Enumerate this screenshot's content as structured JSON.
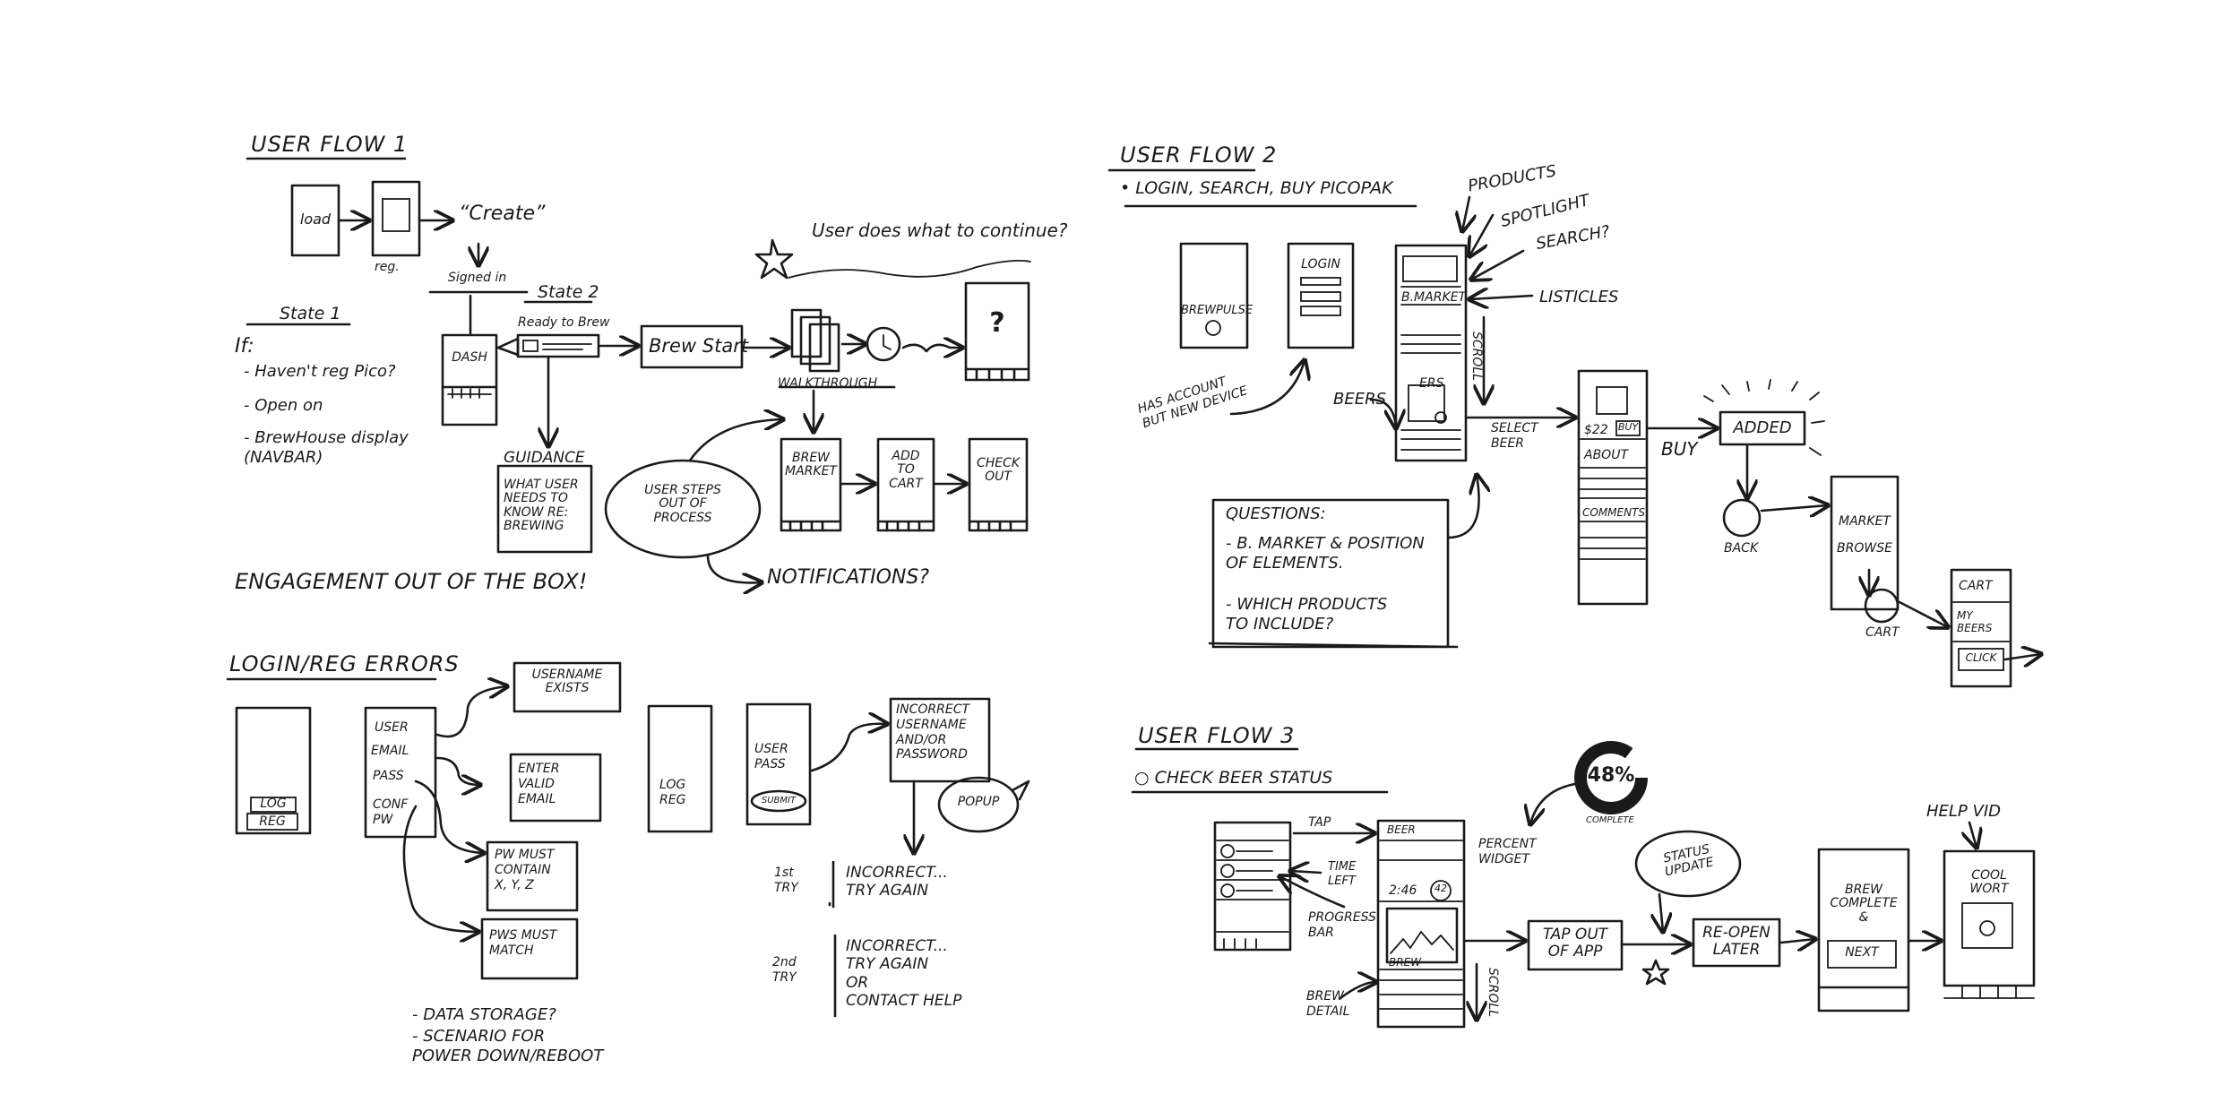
{
  "flow1": {
    "title": "USER FLOW 1",
    "load": "load",
    "reg": "reg.",
    "create": "“Create”",
    "signed_in": "Signed in",
    "state1": "State 1",
    "state2": "State 2",
    "ready": "Ready to Brew",
    "dash": "DASH",
    "brew_start": "Brew Start",
    "star_note": "User does what to continue?",
    "question_mark": "?",
    "walkthrough": "WALKTHROUGH",
    "if_label": "If:",
    "if_items": [
      "- Haven't reg Pico?",
      "- Open on",
      "- BrewHouse display\n  (NAVBAR)"
    ],
    "guidance": "GUIDANCE",
    "guidance_text": "WHAT USER\nNEEDS TO\nKNOW RE:\nBREWING",
    "user_steps": "USER STEPS\nOUT OF\nPROCESS",
    "brew_market": "BREW\nMARKET",
    "add_to_cart": "ADD\nTO\nCART",
    "check_out": "CHECK\nOUT",
    "notifications": "NOTIFICATIONS?",
    "engagement": "ENGAGEMENT OUT OF THE BOX!"
  },
  "login": {
    "title": "LOGIN/REG ERRORS",
    "log": "LOG",
    "reg": "REG",
    "user": "USER",
    "email": "EMAIL",
    "pass": "PASS",
    "conf_pw": "CONF\nPW",
    "username_exists": "USERNAME\nEXISTS",
    "enter_valid": "ENTER\nVALID\nEMAIL",
    "pw_contain": "PW MUST\nCONTAIN\nX, Y, Z",
    "pws_match": "PWS MUST\nMATCH",
    "log_reg": "LOG\nREG",
    "user_pass": "USER\nPASS",
    "submit": "SUBMIT",
    "incorrect_box": "INCORRECT\nUSERNAME\nAND/OR\nPASSWORD",
    "popup": "POPUP",
    "try1_label": "1st\nTRY",
    "try1_text": "INCORRECT...\nTRY AGAIN",
    "try2_label": "2nd\nTRY",
    "try2_text": "INCORRECT...\nTRY AGAIN\n   OR\nCONTACT HELP",
    "notes": [
      "- DATA STORAGE?",
      "- SCENARIO FOR\n  POWER DOWN/REBOOT"
    ]
  },
  "flow2": {
    "title": "USER FLOW 2",
    "subtitle": "• LOGIN, SEARCH, BUY PICOPAK",
    "brewpulse": "BREWPULSE",
    "login": "LOGIN",
    "has_account": "HAS ACCOUNT\nBUT NEW DEVICE",
    "products": "PRODUCTS",
    "spotlight": "SPOTLIGHT",
    "search": "SEARCH?",
    "listicles": "LISTICLES",
    "bmarket": "B.MARKET",
    "ers": "ERS",
    "beers": "BEERS",
    "scroll": "SCROLL",
    "select_beer": "SELECT\nBEER",
    "price": "$22",
    "buy_small": "BUY",
    "about": "ABOUT",
    "comments": "COMMENTS",
    "buy": "BUY",
    "added": "ADDED",
    "back": "BACK",
    "market": "MARKET",
    "browse": "BROWSE",
    "cart": "CART",
    "cart_title": "CART",
    "my_beers": "MY\nBEERS",
    "click": "CLICK",
    "questions_title": "QUESTIONS:",
    "questions": [
      "- B. MARKET & POSITION\n  OF ELEMENTS.",
      "- WHICH PRODUCTS\n  TO INCLUDE?"
    ]
  },
  "flow3": {
    "title": "USER FLOW 3",
    "subtitle": "○ CHECK BEER STATUS",
    "percent": "48%",
    "complete": "COMPLETE",
    "percent_widget": "PERCENT\nWIDGET",
    "tap": "TAP",
    "beer": "BEER",
    "time_left": "TIME\nLEFT",
    "time_value": "2:46",
    "badge": "42",
    "progress_bar": "PROGRESS\nBAR",
    "brew": "BREW",
    "brew_detail": "BREW\nDETAIL",
    "scroll": "SCROLL",
    "tap_out": "TAP OUT\nOF APP",
    "status_update": "STATUS\nUPDATE",
    "reopen": "RE-OPEN\nLATER",
    "brew_complete": "BREW\nCOMPLETE\n&",
    "next": "NEXT",
    "help_vid": "HELP VID",
    "cool_wort": "COOL\nWORT"
  },
  "progress": {
    "percent_complete": 48
  }
}
